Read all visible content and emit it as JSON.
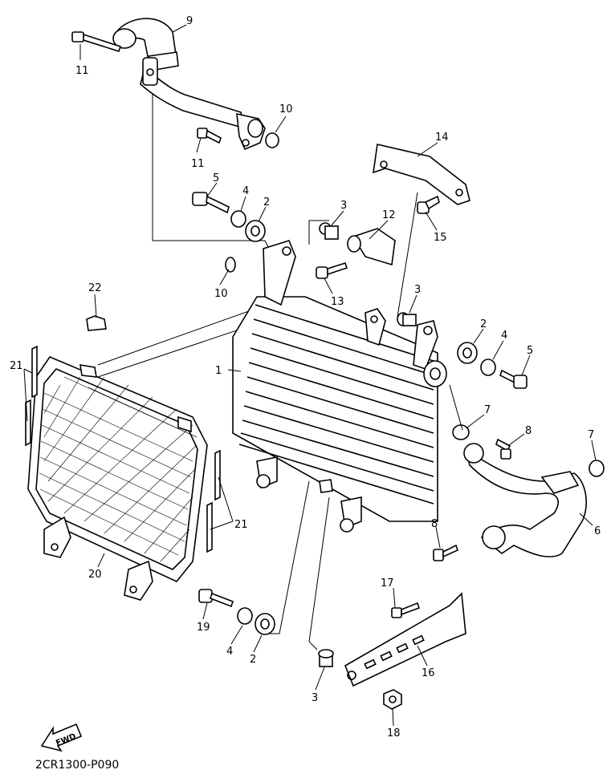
{
  "diagram": {
    "code": "2CR1300-P090",
    "fwd_label": "FWD",
    "callouts": [
      "1",
      "2",
      "2",
      "2",
      "3",
      "3",
      "3",
      "4",
      "4",
      "4",
      "5",
      "5",
      "6",
      "7",
      "7",
      "8",
      "8",
      "9",
      "10",
      "10",
      "11",
      "11",
      "12",
      "13",
      "14",
      "15",
      "16",
      "17",
      "18",
      "19",
      "20",
      "21",
      "21",
      "22"
    ]
  }
}
